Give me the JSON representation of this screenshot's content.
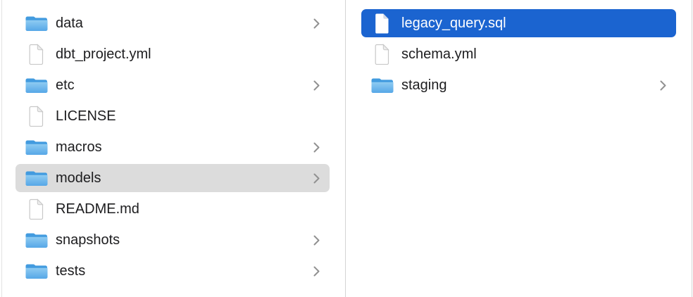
{
  "view": "finder-column-browser",
  "colors": {
    "selection_blue": "#1b64d0",
    "selection_gray": "#dcdcdc",
    "row_text": "#1d1d1f",
    "row_text_selected": "#ffffff",
    "divider": "#d4d4d4",
    "divider_faint": "#e3e3e3",
    "chevron": "#919191",
    "folder_back": "#429bdf",
    "folder_front_light": "#8ecbf2",
    "folder_front_dark": "#56a7e7",
    "doc_stroke": "#c8c8c8",
    "doc_fill": "#ffffff",
    "doc_fold": "#ececec",
    "doc_fold_selected": "#d2d9e6"
  },
  "columns": [
    {
      "name": "parent-column",
      "items": [
        {
          "label": "data",
          "kind": "folder",
          "icon": "folder-icon",
          "chevron": true,
          "selected": null
        },
        {
          "label": "dbt_project.yml",
          "kind": "file",
          "icon": "document-icon",
          "chevron": false,
          "selected": null
        },
        {
          "label": "etc",
          "kind": "folder",
          "icon": "folder-icon",
          "chevron": true,
          "selected": null
        },
        {
          "label": "LICENSE",
          "kind": "file",
          "icon": "document-icon",
          "chevron": false,
          "selected": null
        },
        {
          "label": "macros",
          "kind": "folder",
          "icon": "folder-icon",
          "chevron": true,
          "selected": null
        },
        {
          "label": "models",
          "kind": "folder",
          "icon": "folder-icon",
          "chevron": true,
          "selected": "gray"
        },
        {
          "label": "README.md",
          "kind": "file",
          "icon": "document-icon",
          "chevron": false,
          "selected": null
        },
        {
          "label": "snapshots",
          "kind": "folder",
          "icon": "folder-icon",
          "chevron": true,
          "selected": null
        },
        {
          "label": "tests",
          "kind": "folder",
          "icon": "folder-icon",
          "chevron": true,
          "selected": null
        }
      ]
    },
    {
      "name": "child-column",
      "items": [
        {
          "label": "legacy_query.sql",
          "kind": "file",
          "icon": "document-icon",
          "chevron": false,
          "selected": "blue"
        },
        {
          "label": "schema.yml",
          "kind": "file",
          "icon": "document-icon",
          "chevron": false,
          "selected": null
        },
        {
          "label": "staging",
          "kind": "folder",
          "icon": "folder-icon",
          "chevron": true,
          "selected": null
        }
      ]
    }
  ]
}
